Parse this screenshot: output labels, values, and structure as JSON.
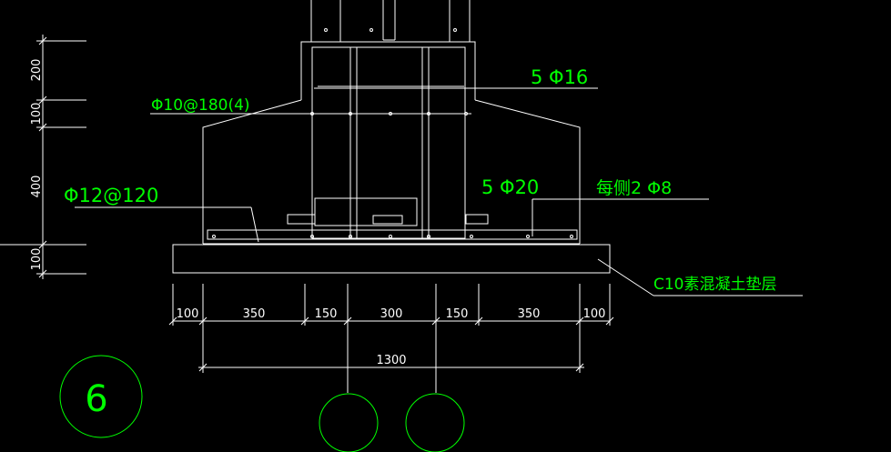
{
  "annotations": {
    "rebar_top": "5 Φ16",
    "stirrup": "Φ10@180(4)",
    "rebar_bottom": "5 Φ20",
    "side_bars": "每侧2 Φ8",
    "base_rebar": "Φ12@120",
    "cushion": "C10素混凝土垫层"
  },
  "dimensions": {
    "horizontal": [
      "100",
      "350",
      "150",
      "300",
      "150",
      "350",
      "100"
    ],
    "total": "1300",
    "vertical": [
      "200",
      "100",
      "400",
      "100"
    ]
  },
  "detail_number": "6",
  "colors": {
    "background": "#000000",
    "lines": "#ffffff",
    "annotation": "#00ff00"
  }
}
